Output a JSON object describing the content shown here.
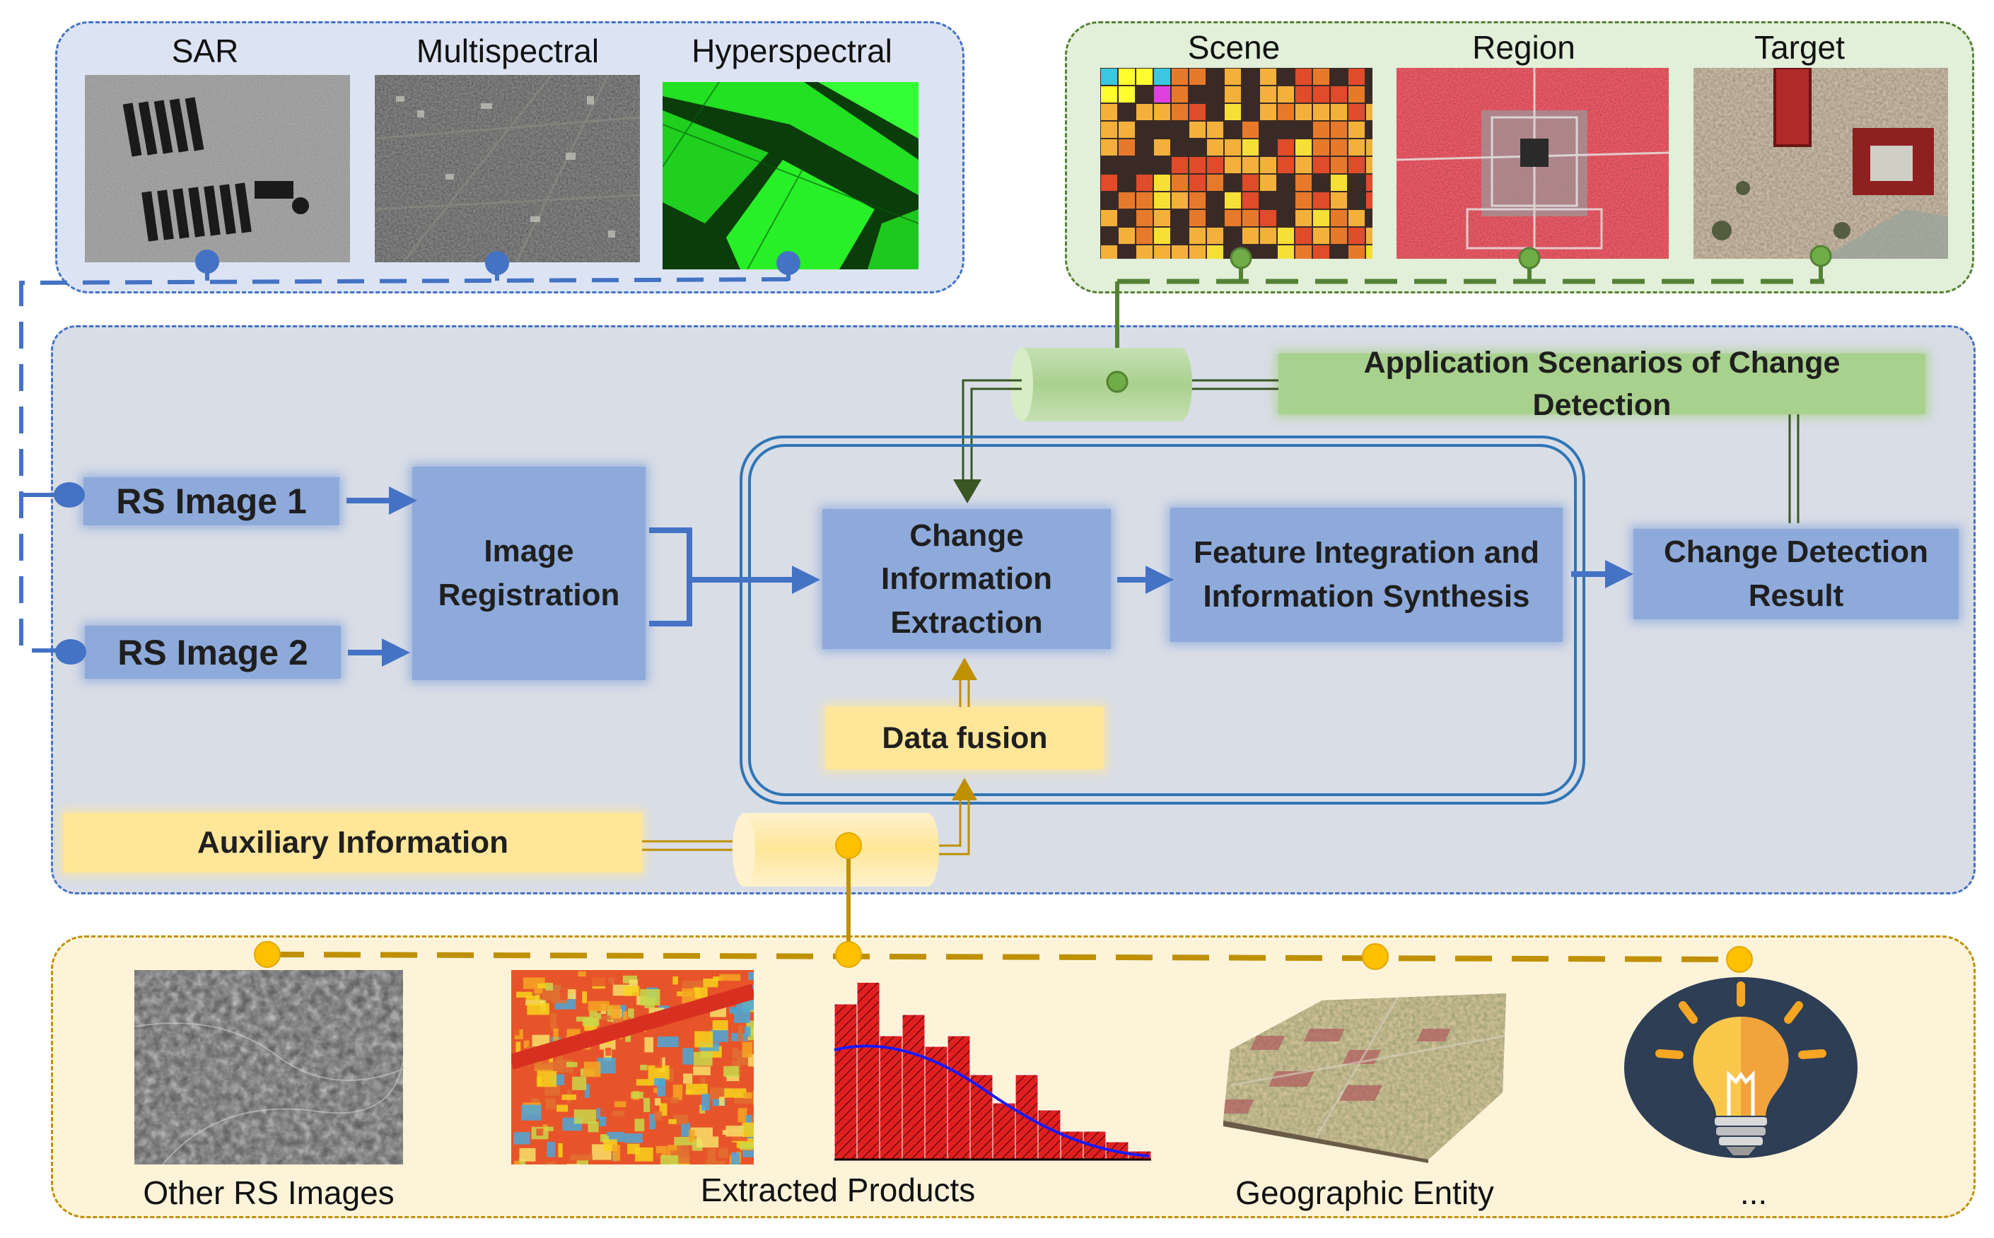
{
  "top_left": {
    "labels": [
      "SAR",
      "Multispectral",
      "Hyperspectral"
    ]
  },
  "top_right": {
    "labels": [
      "Scene",
      "Region",
      "Target"
    ]
  },
  "main": {
    "rs_image_1": "RS Image 1",
    "rs_image_2": "RS Image 2",
    "image_registration": "Image Registration",
    "change_info_extraction": "Change Information Extraction",
    "feature_integration": "Feature Integration and Information Synthesis",
    "change_detection_result": "Change Detection Result",
    "application_scenarios": "Application Scenarios of Change Detection",
    "data_fusion": "Data fusion",
    "auxiliary_information": "Auxiliary Information"
  },
  "bottom": {
    "labels": [
      "Other RS Images",
      "Extracted Products",
      "Geographic Entity",
      "..."
    ]
  },
  "colors": {
    "blue": "#4472c4",
    "green": "#548235",
    "gold": "#bf9000",
    "box_blue": "#8eaadb",
    "box_green": "#a9d18e",
    "box_yellow": "#ffe699"
  }
}
